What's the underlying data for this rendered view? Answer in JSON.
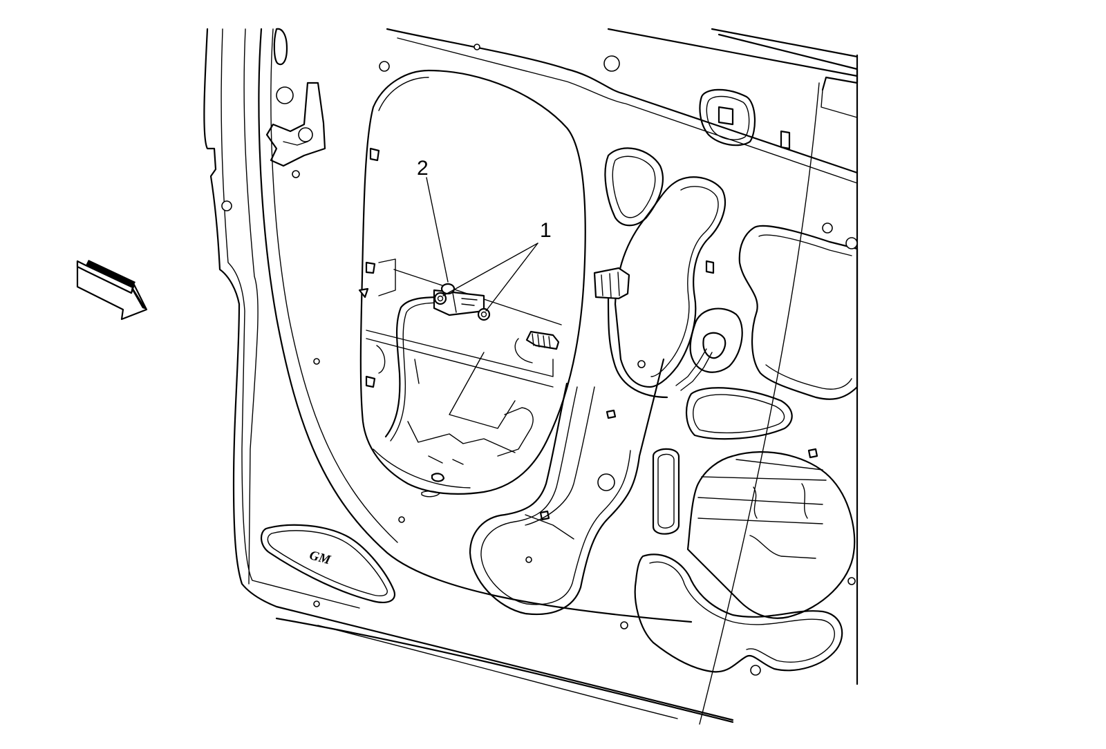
{
  "callouts": [
    {
      "id": "1",
      "label": "1"
    },
    {
      "id": "2",
      "label": "2"
    }
  ],
  "logo": "GM",
  "colors": {
    "line": "#000000",
    "background": "#ffffff"
  },
  "icons": [
    "view-direction-arrow-icon"
  ]
}
